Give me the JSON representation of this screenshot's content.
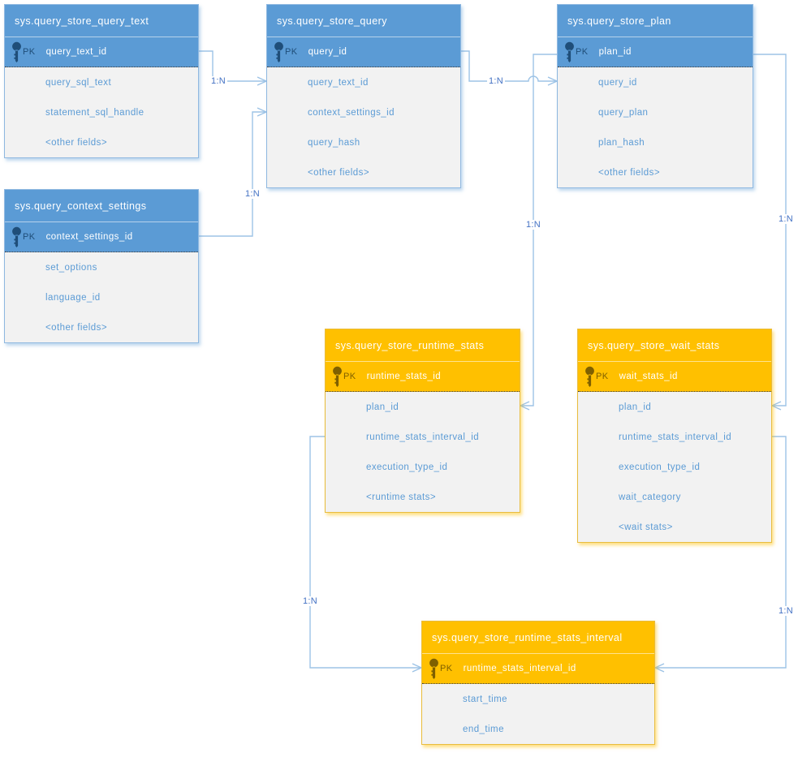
{
  "diagram": {
    "pk_label": "PK",
    "colors": {
      "blue_header": "#5B9BD5",
      "blue_key": "#1F4E79",
      "orange_header": "#FFC000",
      "orange_key": "#7F6000",
      "body_background": "#F2F2F2",
      "field_text": "#5B9BD5",
      "connector_line": "#9DC3E6",
      "cardinality_text": "#4472C4"
    },
    "tables": [
      {
        "title": "sys.query_store_query_text",
        "theme": "blue",
        "pk": "query_text_id",
        "fields": [
          "query_sql_text",
          "statement_sql_handle",
          "<other fields>"
        ]
      },
      {
        "title": "sys.query_store_query",
        "theme": "blue",
        "pk": "query_id",
        "fields": [
          "query_text_id",
          "context_settings_id",
          "query_hash",
          "<other fields>"
        ]
      },
      {
        "title": "sys.query_store_plan",
        "theme": "blue",
        "pk": "plan_id",
        "fields": [
          "query_id",
          "query_plan",
          "plan_hash",
          "<other fields>"
        ]
      },
      {
        "title": "sys.query_context_settings",
        "theme": "blue",
        "pk": "context_settings_id",
        "fields": [
          "set_options",
          "language_id",
          "<other fields>"
        ]
      },
      {
        "title": "sys.query_store_runtime_stats",
        "theme": "orange",
        "pk": "runtime_stats_id",
        "fields": [
          "plan_id",
          "runtime_stats_interval_id",
          "execution_type_id",
          "<runtime stats>"
        ]
      },
      {
        "title": "sys.query_store_wait_stats",
        "theme": "orange",
        "pk": "wait_stats_id",
        "fields": [
          "plan_id",
          "runtime_stats_interval_id",
          "execution_type_id",
          "wait_category",
          "<wait stats>"
        ]
      },
      {
        "title": "sys.query_store_runtime_stats_interval",
        "theme": "orange",
        "pk": "runtime_stats_interval_id",
        "fields": [
          "start_time",
          "end_time"
        ]
      }
    ],
    "connectors": [
      {
        "label": "1:N",
        "from": "sys.query_store_query_text.query_text_id",
        "to": "sys.query_store_query.query_text_id"
      },
      {
        "label": "1:N",
        "from": "sys.query_context_settings.context_settings_id",
        "to": "sys.query_store_query.context_settings_id"
      },
      {
        "label": "1:N",
        "from": "sys.query_store_query.query_id",
        "to": "sys.query_store_plan.query_id"
      },
      {
        "label": "1:N",
        "from": "sys.query_store_plan.plan_id",
        "to": "sys.query_store_runtime_stats.plan_id"
      },
      {
        "label": "1:N",
        "from": "sys.query_store_plan.plan_id",
        "to": "sys.query_store_wait_stats.plan_id"
      },
      {
        "label": "1:N",
        "from": "sys.query_store_runtime_stats.runtime_stats_interval_id",
        "to": "sys.query_store_runtime_stats_interval.runtime_stats_interval_id"
      },
      {
        "label": "1:N",
        "from": "sys.query_store_wait_stats.runtime_stats_interval_id",
        "to": "sys.query_store_runtime_stats_interval.runtime_stats_interval_id"
      }
    ]
  }
}
